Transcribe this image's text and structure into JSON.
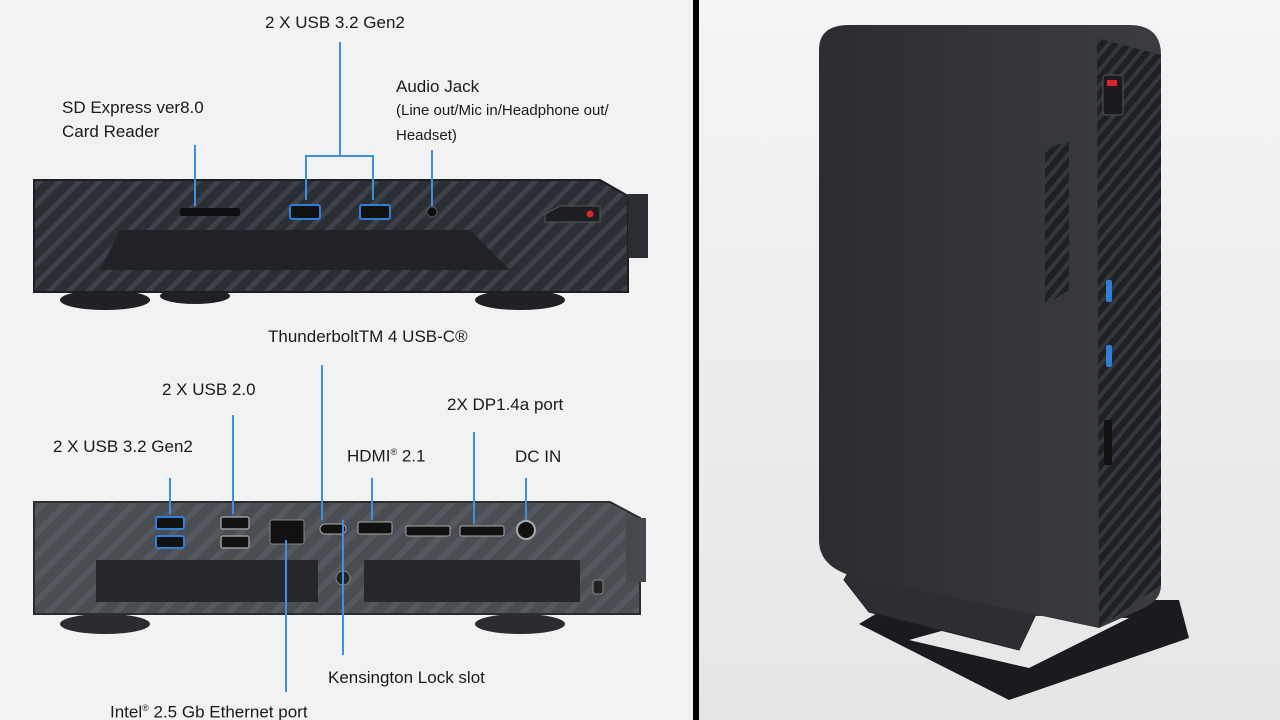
{
  "front_view": {
    "usb_label": "2 X USB 3.2 Gen2",
    "audio_title": "Audio Jack",
    "audio_desc_line1": "(Line out/Mic in/Headphone out/",
    "audio_desc_line2": "Headset)",
    "sd_line1": "SD Express ver8.0",
    "sd_line2": "Card Reader"
  },
  "rear_view": {
    "thunderbolt_label": "ThunderboltTM 4 USB-C®",
    "usb2_label": "2 X USB 2.0",
    "usb32_label": "2 X USB 3.2 Gen2",
    "hdmi_label": "HDMI",
    "hdmi_sup": "®",
    "hdmi_version": " 2.1",
    "dp_label": "2X DP1.4a port",
    "dcin_label": "DC IN",
    "kensington_label": "Kensington Lock slot",
    "ethernet_prefix": "Intel",
    "ethernet_sup": "®",
    "ethernet_label": " 2.5 Gb Ethernet port"
  },
  "colors": {
    "callout_line": "#3d8fe0",
    "chassis": "#2a2d32",
    "stripe": "#3c4047",
    "port_blue": "#2f7fd6",
    "accent_red": "#d9232e",
    "panel_bg": "#f2f2f2"
  }
}
